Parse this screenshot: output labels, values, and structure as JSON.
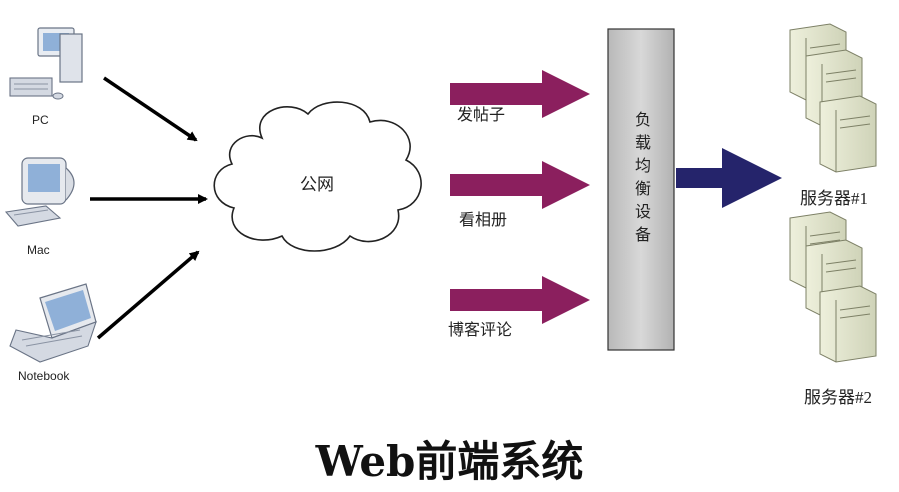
{
  "title": "Web前端系统",
  "clients": [
    {
      "label": "PC",
      "icon": "desktop-pc-icon"
    },
    {
      "label": "Mac",
      "icon": "imac-icon"
    },
    {
      "label": "Notebook",
      "icon": "laptop-icon"
    }
  ],
  "network": {
    "label": "公网"
  },
  "actions": [
    {
      "label": "发帖子"
    },
    {
      "label": "看相册"
    },
    {
      "label": "博客评论"
    }
  ],
  "load_balancer": {
    "label": "负载均衡设备"
  },
  "servers": [
    {
      "label": "服务器#1",
      "icon": "server-rack-icon"
    },
    {
      "label": "服务器#2",
      "icon": "server-rack-icon"
    }
  ],
  "colors": {
    "action_arrow": "#8b1f5e",
    "output_arrow": "#25246b",
    "box_fill": "#c9c9c9",
    "client_arrow": "#000000"
  }
}
